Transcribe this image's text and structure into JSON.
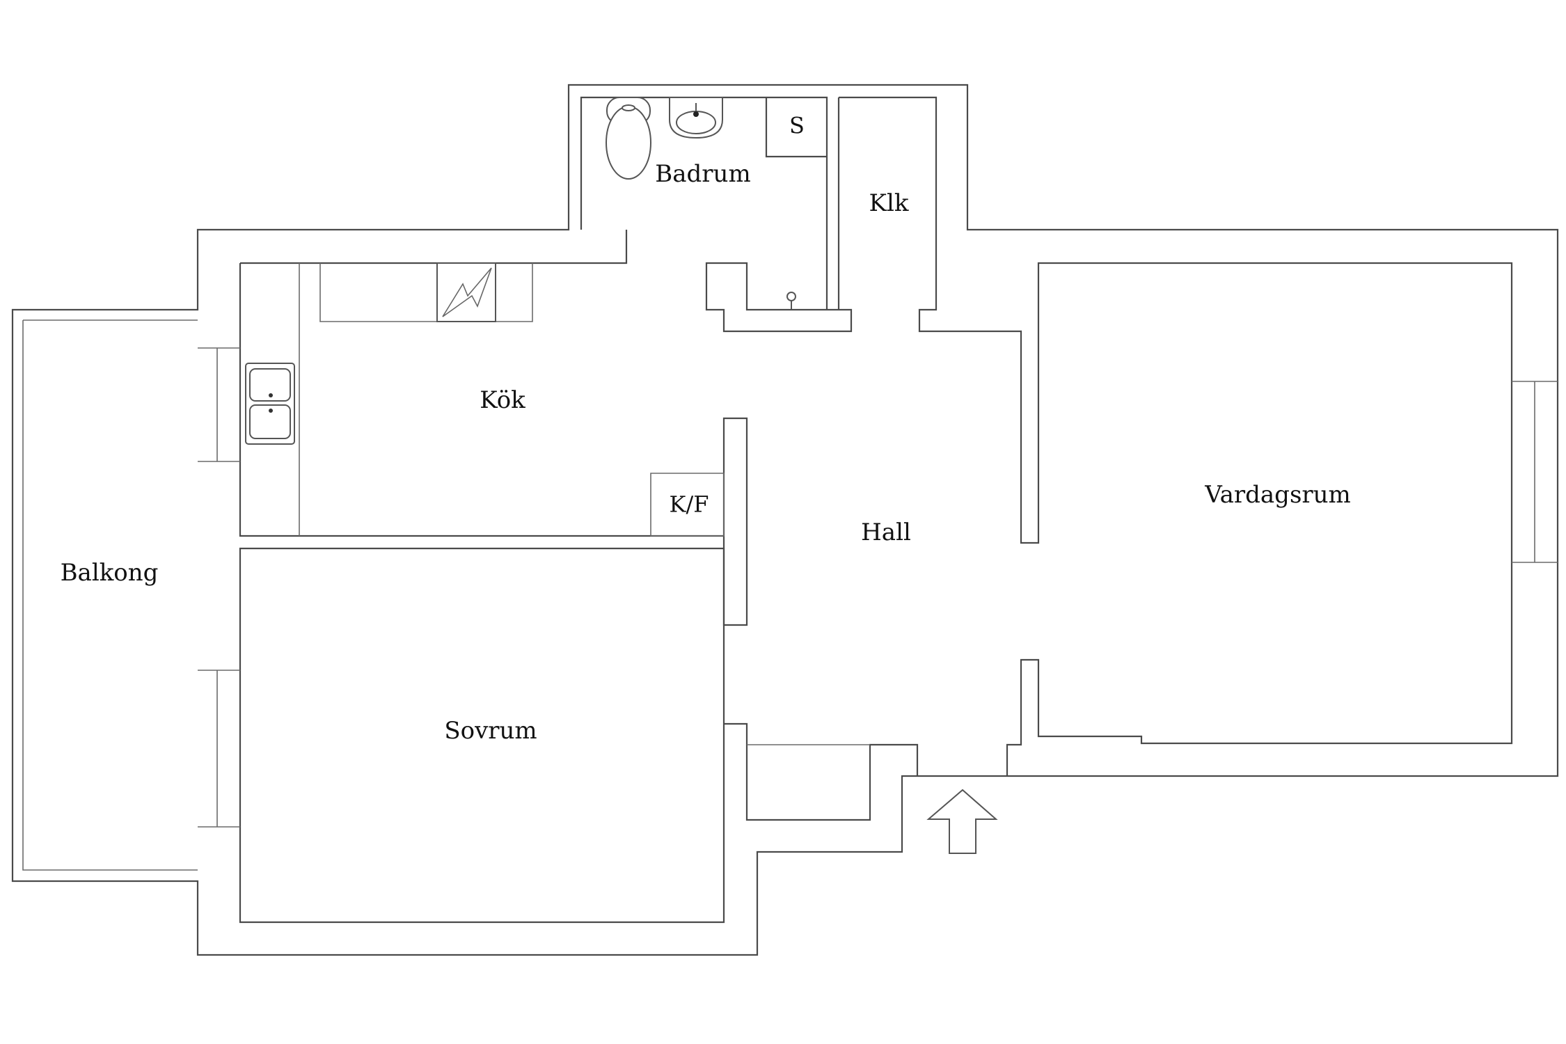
{
  "rooms": {
    "badrum": "Badrum",
    "shower": "S",
    "klk": "Klk",
    "kok": "Kök",
    "kf": "K/F",
    "hall": "Hall",
    "vardagsrum": "Vardagsrum",
    "balkong": "Balkong",
    "sovrum": "Sovrum"
  },
  "colors": {
    "line": "#4a4a4a",
    "label": "#111111",
    "background": "#ffffff"
  },
  "icons": [
    "toilet-icon",
    "washbasin-icon",
    "floor-drain-icon",
    "stove-icon",
    "double-sink-icon",
    "entrance-arrow-icon"
  ]
}
